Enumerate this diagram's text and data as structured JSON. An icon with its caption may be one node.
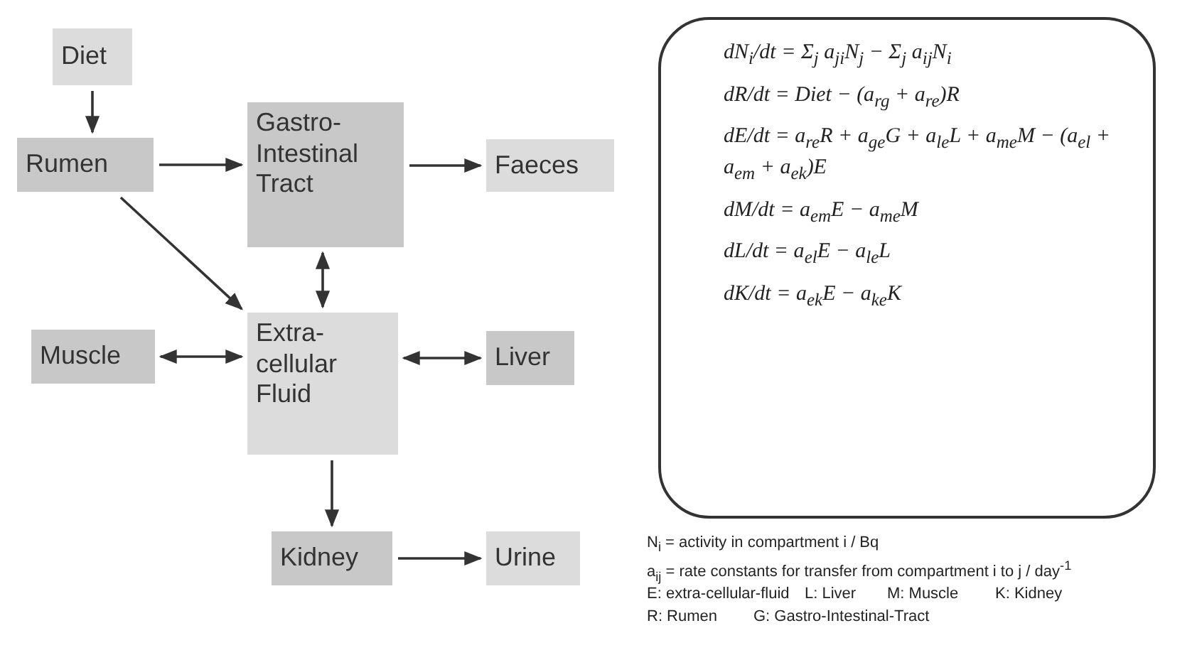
{
  "diagram": {
    "nodes": [
      {
        "text": [
          "Diet"
        ]
      },
      {
        "text": [
          "Rumen"
        ]
      },
      {
        "text": [
          "Gastro-Intestinal Tract"
        ]
      },
      {
        "text": [
          "Faeces"
        ]
      },
      {
        "text": [
          "Muscle"
        ]
      },
      {
        "text": [
          "Extra-cellular Fluid"
        ]
      },
      {
        "text": [
          "Liver"
        ]
      },
      {
        "text": [
          "Kidney"
        ]
      },
      {
        "text": [
          "Urine"
        ]
      },
      {
        "text": [
          "dN$_{i}$/dt = Σ$_{j}$ a$_{ji}$N$_{j}$ − Σ$_{j}$ a$_{ij}$N$_{i}$",
          "dR/dt = Diet − (a$_{rg}$ + a$_{re}$)R",
          "dE/dt = a$_{re}$R + a$_{ge}$G + a$_{le}$L + a$_{me}$M − (a$_{el}$ + a$_{em}$ + a$_{ek}$)E",
          "dM/dt = a$_{em}$E − a$_{me}$M",
          "dL/dt = a$_{el}$E − a$_{le}$L",
          "dK/dt = a$_{ek}$E − a$_{ke}$K"
        ]
      }
    ],
    "edges": [
      {
        "from": 0,
        "to": 1,
        "arrow": "to"
      },
      {
        "from": 1,
        "to": 2,
        "arrow": "to"
      },
      {
        "from": 2,
        "to": 3,
        "arrow": "to"
      },
      {
        "from": 1,
        "to": 5,
        "arrow": "to"
      },
      {
        "from": 2,
        "to": 5,
        "arrow": "both"
      },
      {
        "from": 4,
        "to": 5,
        "arrow": "both"
      },
      {
        "from": 5,
        "to": 6,
        "arrow": "both"
      },
      {
        "from": 5,
        "to": 7,
        "arrow": "to"
      },
      {
        "from": 7,
        "to": 8,
        "arrow": "to"
      }
    ],
    "labels": [
      "N$_{i}$ = activity in compartment i / Bq",
      "a$_{ij}$ = rate constants for transfer from compartment i to j / day$^{-1}$",
      "E: extra-cellular-fluid",
      "L: Liver",
      "M: Muscle",
      "K: Kidney",
      "R: Rumen",
      "G: Gastro-Intestinal-Tract"
    ]
  }
}
